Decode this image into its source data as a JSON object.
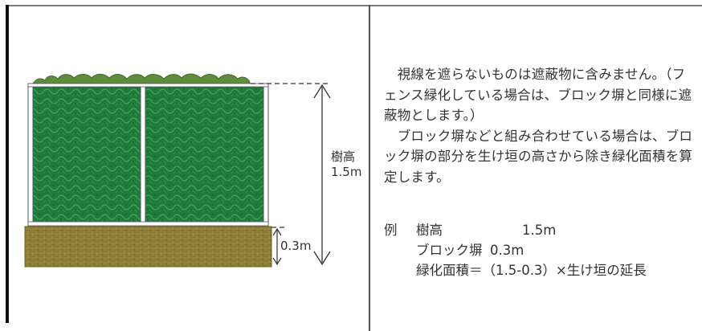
{
  "figure": {
    "height_label_line1": "樹高",
    "height_label_line2": "1.5m",
    "block_height_label": "0.3m"
  },
  "description": {
    "paragraph1": "　視線を遮らないものは遮蔽物に含みません。（フェンス緑化している場合は、ブロック塀と同様に遮蔽物とします。）",
    "paragraph2": "　ブロック塀などと組み合わせている場合は、ブロック塀の部分を生け垣の高さから除き緑化面積を算定します。"
  },
  "example": {
    "prefix": "例",
    "row1_key": "樹高",
    "row1_value": "1.5m",
    "row2_key": "ブロック塀",
    "row2_value": "0.3m",
    "row3": "緑化面積＝（1.5-0.3）×生け垣の延長"
  },
  "colors": {
    "hedge_green": "#1f7a3c",
    "bush_top": "#5d8c3a",
    "block_wall": "#8a7a33",
    "fence_post": "#ffffff"
  }
}
